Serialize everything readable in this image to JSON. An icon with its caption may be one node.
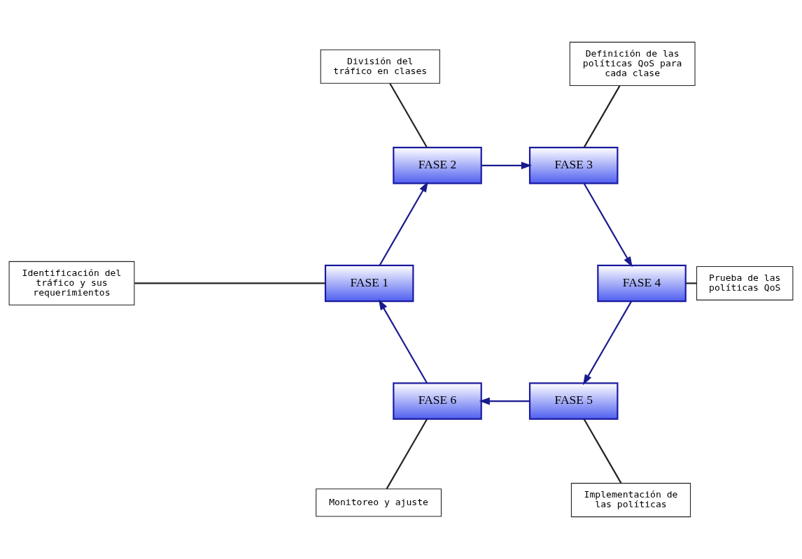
{
  "diagram": {
    "nodes": [
      {
        "text": [
          "Identificación del tráfico y sus requerimientos"
        ]
      },
      {
        "text": [
          "FASE 1"
        ]
      },
      {
        "text": [
          "Monitoreo y ajuste"
        ]
      },
      {
        "text": [
          "FASE 6"
        ]
      },
      {
        "text": [
          "FASE 2"
        ]
      },
      {
        "text": [
          "División del tráfico en clases"
        ]
      },
      {
        "text": [
          "Implementación de las políticas"
        ]
      },
      {
        "text": [
          "FASE 5"
        ]
      },
      {
        "text": [
          "FASE 3"
        ]
      },
      {
        "text": [
          "Definición de las políticas QoS para cada clase"
        ]
      },
      {
        "text": [
          "FASE 4"
        ]
      },
      {
        "text": [
          "Prueba de las políticas QoS"
        ]
      }
    ],
    "edges": [
      {
        "from": 1,
        "to": 4,
        "arrow": "to",
        "color": "#1a1a90"
      },
      {
        "from": 4,
        "to": 8,
        "arrow": "to",
        "color": "#1a1a90"
      },
      {
        "from": 8,
        "to": 10,
        "arrow": "to",
        "color": "#1a1a90"
      },
      {
        "from": 10,
        "to": 7,
        "arrow": "to",
        "color": "#1a1a90"
      },
      {
        "from": 7,
        "to": 3,
        "arrow": "to",
        "color": "#1a1a90"
      },
      {
        "from": 3,
        "to": 1,
        "arrow": "to",
        "color": "#1a1a90"
      },
      {
        "from": 1,
        "to": 0,
        "arrow": "none",
        "color": "#222222"
      },
      {
        "from": 4,
        "to": 5,
        "arrow": "none",
        "color": "#222222"
      },
      {
        "from": 8,
        "to": 9,
        "arrow": "none",
        "color": "#222222"
      },
      {
        "from": 10,
        "to": 11,
        "arrow": "none",
        "color": "#222222"
      },
      {
        "from": 7,
        "to": 6,
        "arrow": "none",
        "color": "#222222"
      },
      {
        "from": 3,
        "to": 2,
        "arrow": "none",
        "color": "#222222"
      }
    ]
  }
}
